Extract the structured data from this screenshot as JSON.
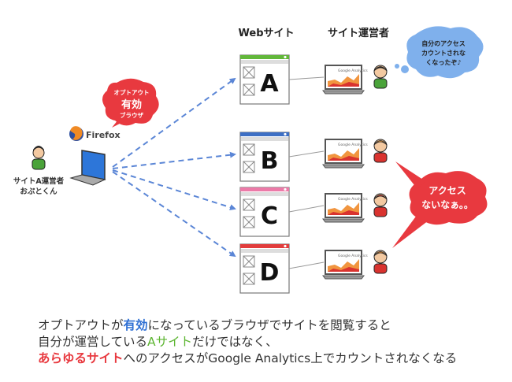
{
  "headers": {
    "websites": "Webサイト",
    "operators": "サイト運営者"
  },
  "user": {
    "label_line1": "サイトA運営者",
    "label_line2": "おぷとくん",
    "browser": "Firefox"
  },
  "optout_bubble": {
    "line1": "オプトアウト",
    "line2": "有効",
    "line3": "ブラウザ"
  },
  "sites": [
    {
      "letter": "A",
      "bar_color": "#62b73a"
    },
    {
      "letter": "B",
      "bar_color": "#3d6fc4"
    },
    {
      "letter": "C",
      "bar_color": "#ec7aa8"
    },
    {
      "letter": "D",
      "bar_color": "#e23d3d"
    }
  ],
  "analytics_label": "Google Analytics",
  "thought_bubble": {
    "line1": "自分のアクセス",
    "line2": "カウントされな",
    "line3": "くなったぞ♪"
  },
  "speech_bubble": {
    "line1": "アクセス",
    "line2": "ないなぁ。。"
  },
  "caption": {
    "l1_a": "オプトアウトが",
    "l1_b": "有効",
    "l1_c": "になっているブラウザでサイトを閲覧すると",
    "l2_a": "自分が運営している",
    "l2_b": "Aサイト",
    "l2_c": "だけではなく、",
    "l3_a": "あらゆるサイト",
    "l3_b": "へのアクセスがGoogle Analytics上でカウントされなくなる"
  },
  "colors": {
    "arrow": "#5b86d6",
    "bubble_red": "#e8393f",
    "bubble_blue": "#7fb0ec",
    "graph_orange": "#ef8a2a",
    "graph_red": "#d9332f"
  }
}
